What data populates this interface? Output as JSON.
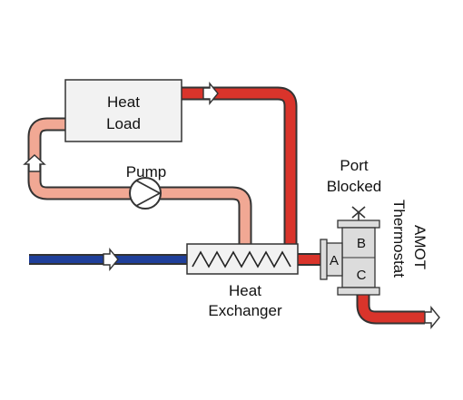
{
  "labels": {
    "heat_load_line1": "Heat",
    "heat_load_line2": "Load",
    "pump": "Pump",
    "port_line1": "Port",
    "port_line2": "Blocked",
    "hx_line1": "Heat",
    "hx_line2": "Exchanger",
    "port_a": "A",
    "port_b": "B",
    "port_c": "C",
    "thermo_line1": "AMOT",
    "thermo_line2": "Thermostat"
  },
  "colors": {
    "hot": "#d9342b",
    "warm": "#f1a894",
    "cold": "#1f3f9a",
    "outline": "#333333",
    "box_fill": "#f2f2f2",
    "valve_fill": "#dcdcdc"
  },
  "icons": {
    "flow_arrow": "flow-arrow-icon",
    "pump_symbol": "pump-icon",
    "coil": "heat-exchanger-coil-icon"
  }
}
